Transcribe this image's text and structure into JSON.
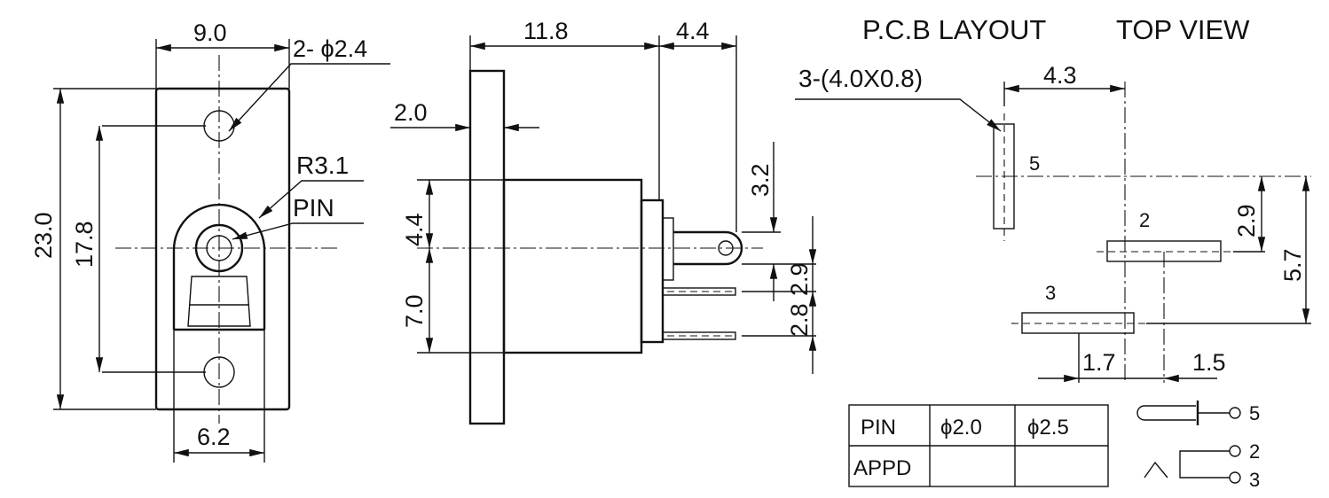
{
  "headings": {
    "pcb_layout": "P.C.B LAYOUT",
    "top_view": "TOP VIEW"
  },
  "front_view": {
    "width": "9.0",
    "holes": "2- ϕ2.4",
    "height": "23.0",
    "hole_pitch": "17.8",
    "radius": "R3.1",
    "pin": "PIN",
    "bottom_width": "6.2"
  },
  "side_view": {
    "body_length": "11.8",
    "pin_length": "4.4",
    "flange": "2.0",
    "pin_height": "3.2",
    "upper": "4.4",
    "lower": "7.0",
    "pitch_a": "2.9",
    "pitch_b": "2.8"
  },
  "pcb": {
    "slot": "3-(4.0X0.8)",
    "offset_x": "4.3",
    "pin5": "5",
    "pin2": "2",
    "pin3": "3",
    "gap_a": "2.9",
    "gap_b": "5.7",
    "dx_a": "1.7",
    "dx_b": "1.5"
  },
  "table": {
    "headers": [
      "PIN",
      "ϕ2.0",
      "ϕ2.5"
    ],
    "row": [
      "APPD",
      "",
      ""
    ]
  },
  "schematic": {
    "p5": "5",
    "p2": "2",
    "p3": "3"
  }
}
